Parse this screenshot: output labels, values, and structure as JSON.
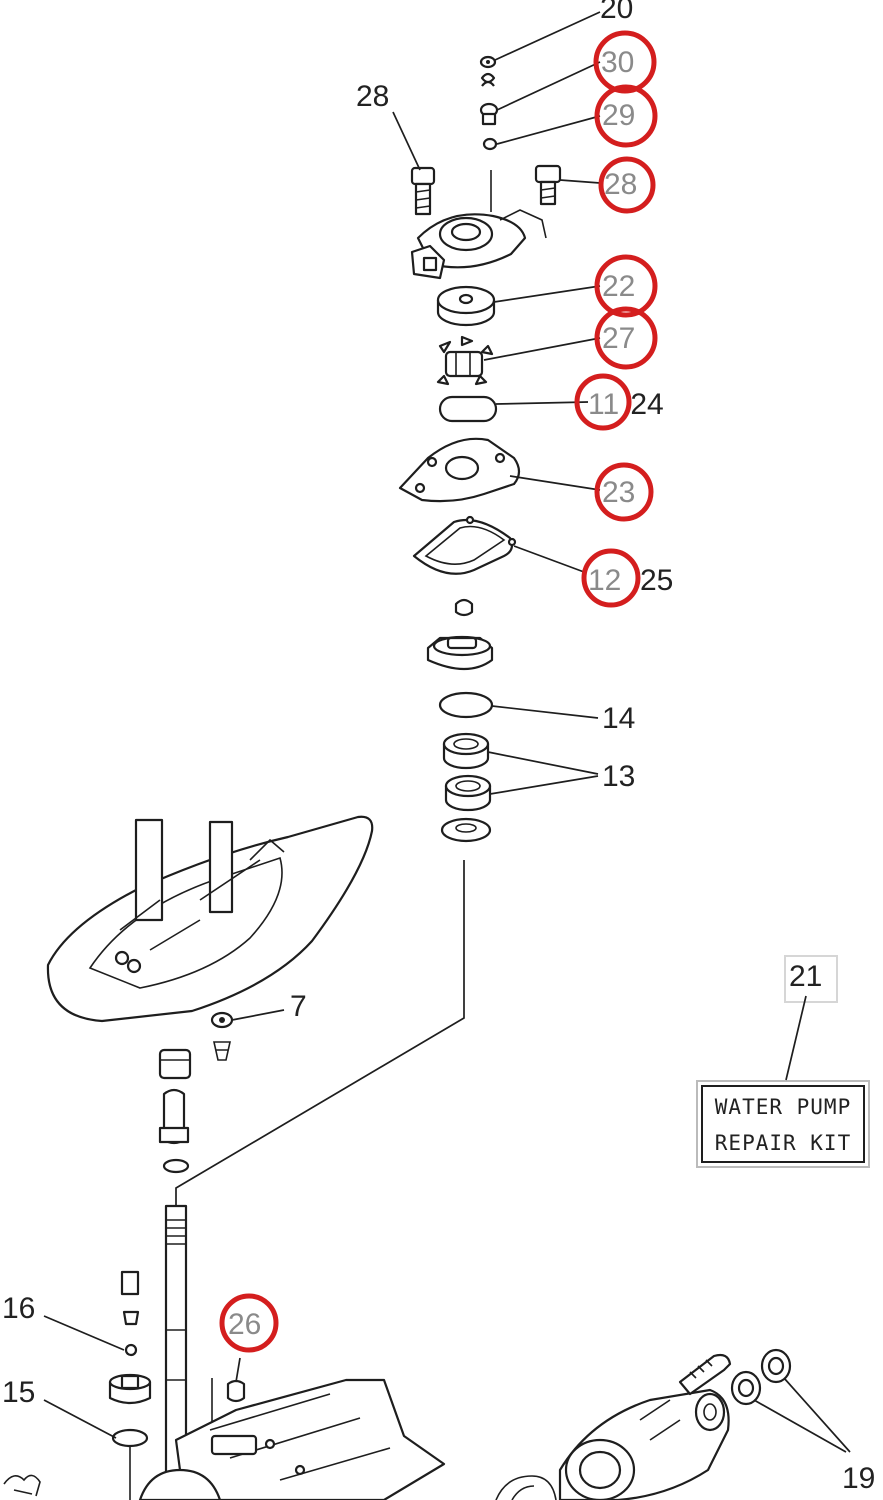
{
  "callouts": {
    "n20": "20",
    "n30": "30",
    "n29": "29",
    "n28a": "28",
    "n28b": "28",
    "n22": "22",
    "n27": "27",
    "n11": "11",
    "n24": ".24",
    "n23": "23",
    "n12": "12",
    "n25": "25",
    "n14": "14",
    "n13": "13",
    "n7": "7",
    "n21": "21",
    "n16": "16",
    "n15": "15",
    "n26": "26",
    "n19": "19"
  },
  "kit_box": {
    "line1": "WATER PUMP",
    "line2": "REPAIR KIT"
  },
  "colors": {
    "highlight_ring": "#d41e1e",
    "ink": "#1e1e1e",
    "background": "#ffffff"
  }
}
